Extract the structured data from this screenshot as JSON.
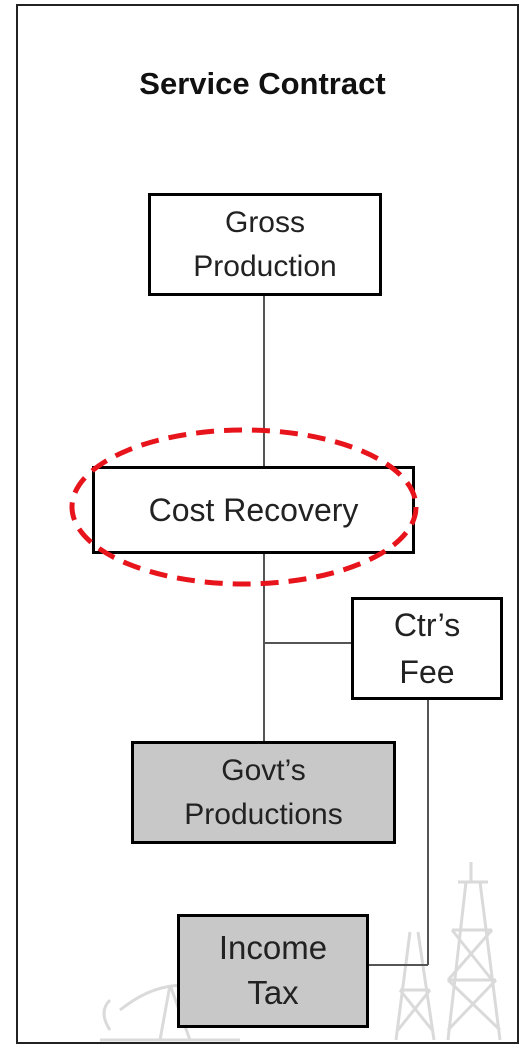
{
  "title": "Service Contract",
  "nodes": {
    "gross_production": {
      "line1": "Gross",
      "line2": "Production"
    },
    "cost_recovery": {
      "label": "Cost Recovery"
    },
    "contractor_fee": {
      "line1": "Ctr’s",
      "line2": "Fee"
    },
    "govt_productions": {
      "line1": "Govt’s",
      "line2": "Productions"
    },
    "income_tax": {
      "line1": "Income",
      "line2": "Tax"
    }
  },
  "highlight": {
    "target": "cost_recovery",
    "style": "dashed-ellipse",
    "color": "#e8141b"
  },
  "colors": {
    "shaded_box": "#c8c8c8",
    "line": "#555555"
  }
}
